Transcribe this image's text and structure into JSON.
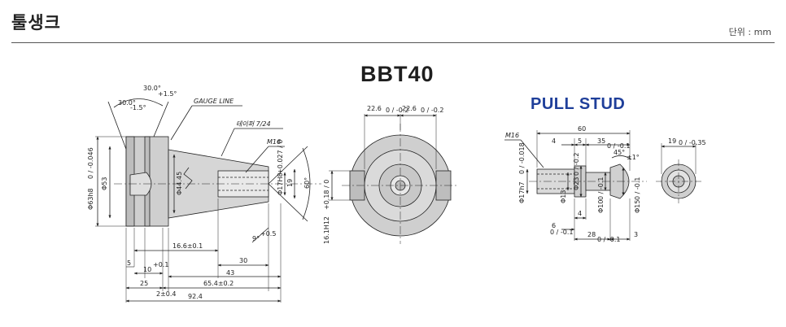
{
  "header": {
    "title": "툴생크",
    "unit": "단위 : mm"
  },
  "bbt": {
    "title": "BBT40",
    "angle_top": "30.0°",
    "angle_top_tol": "+1.5°",
    "angle_side": "30.0°",
    "angle_side_tol": "-1.5°",
    "gauge_line": "GAUGE LINE",
    "taper": "테이퍼 7/24",
    "m16": "M16",
    "d_flange": "Φ63h8",
    "d_flange_tol": "0 / -0.046",
    "d_53": "Φ53",
    "d_4445": "Φ44.45",
    "d_17h8": "Φ17H8",
    "d_17h8_tol": "+0.027 / 0",
    "d_19": "19",
    "angle_60": "60°",
    "dim_16_6": "16.6±0.1",
    "dim_9": "9°",
    "dim_9_tol": "+0.5",
    "dim_30": "30",
    "dim_5": "5",
    "dim_10": "10",
    "dim_10_tol": "+0.1",
    "dim_43": "43",
    "dim_25": "25",
    "dim_65_4": "65.4±0.2",
    "dim_2": "2±0.4",
    "dim_92_4": "92.4",
    "side_h": "16.1H12",
    "side_h_tol": "+0.18 / 0",
    "side_w1": "22.6",
    "side_w1_tol": "0 / -0.2",
    "side_w2": "22.6",
    "side_w2_tol": "0 / -0.2"
  },
  "pull_stud": {
    "title": "PULL STUD",
    "m16": "M16",
    "dim_60": "60",
    "dim_4": "4",
    "dim_5": "5",
    "dim_35": "35",
    "dim_35_tol": "0 / -0.1",
    "angle_45": "45°",
    "angle_45_tol": "±1°",
    "d_17": "Φ17h7",
    "d_17_tol": "0 / -0.018",
    "d_13": "Φ13",
    "d_23": "Φ23",
    "d_23_tol": "0 / -0.2",
    "d_10": "Φ10",
    "d_10_tol": "0 / -0.1",
    "d_15": "Φ15",
    "d_15_tol": "0 / -0.1",
    "dim_4b": "4",
    "dim_6": "6",
    "dim_6_tol": "0 / -0.1",
    "dim_28": "28",
    "dim_28_tol": "0 / -0.1",
    "dim_3": "3",
    "end_d": "19",
    "end_d_tol": "0 / -0.35"
  }
}
